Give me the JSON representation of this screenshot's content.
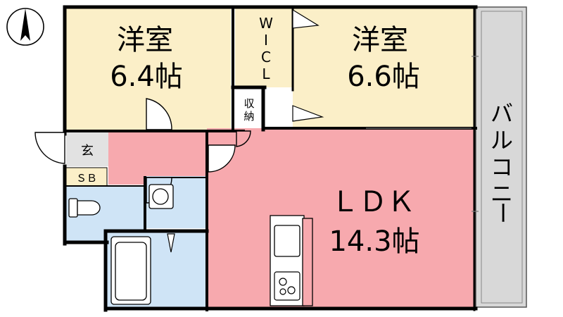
{
  "colors": {
    "bedroom": "#fbefc8",
    "ldk": "#f7a9ae",
    "entrance": "#f7a9ae",
    "wet": "#cfe4f6",
    "balcony": "#d8d8d8",
    "wall": "#000000",
    "closet_floor": "#ffffff"
  },
  "rooms": {
    "bedroom_west": {
      "name": "洋室",
      "size": "6.4帖"
    },
    "bedroom_east": {
      "name": "洋室",
      "size": "6.6帖"
    },
    "wic": {
      "chars": [
        "W",
        "I",
        "C",
        "L"
      ]
    },
    "storage": {
      "chars": [
        "収",
        "納"
      ]
    },
    "genkan": {
      "name": "玄"
    },
    "shoebox": {
      "name": "ＳＢ"
    },
    "ldk": {
      "name": "ＬＤＫ",
      "size": "14.3帖"
    },
    "balcony": {
      "chars": [
        "バ",
        "ル",
        "コ",
        "ニ",
        "ー"
      ]
    }
  },
  "icons": [
    "compass-north-icon",
    "toilet-icon",
    "washbasin-icon",
    "bathtub-icon",
    "kitchen-sink-icon",
    "stove-icon"
  ]
}
